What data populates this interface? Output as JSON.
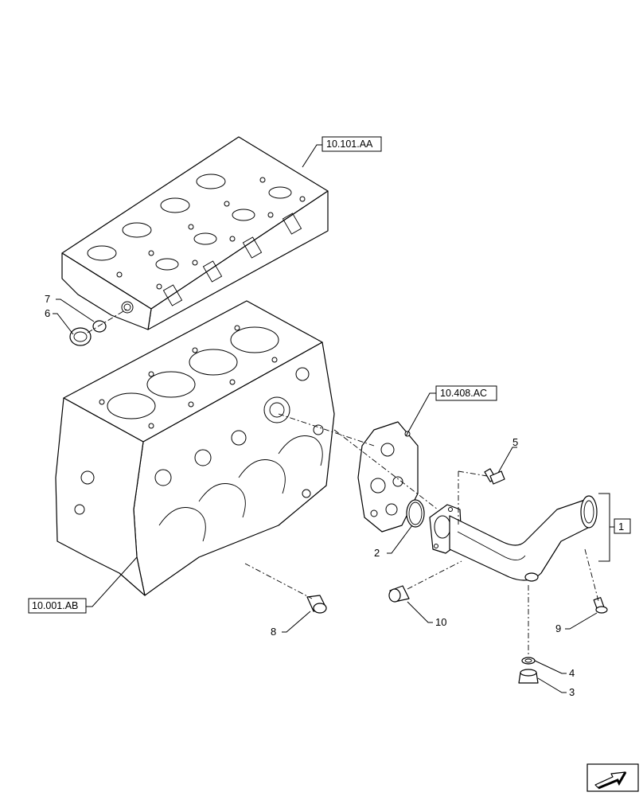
{
  "references": {
    "cylinder_head": "10.101.AA",
    "front_cover": "10.408.AC",
    "engine_block": "10.001.AB"
  },
  "assembly_bracket_label": "1",
  "callouts": [
    "2",
    "3",
    "4",
    "5",
    "6",
    "7",
    "8",
    "9",
    "10"
  ],
  "nav_icon": "next-page-arrow-icon"
}
